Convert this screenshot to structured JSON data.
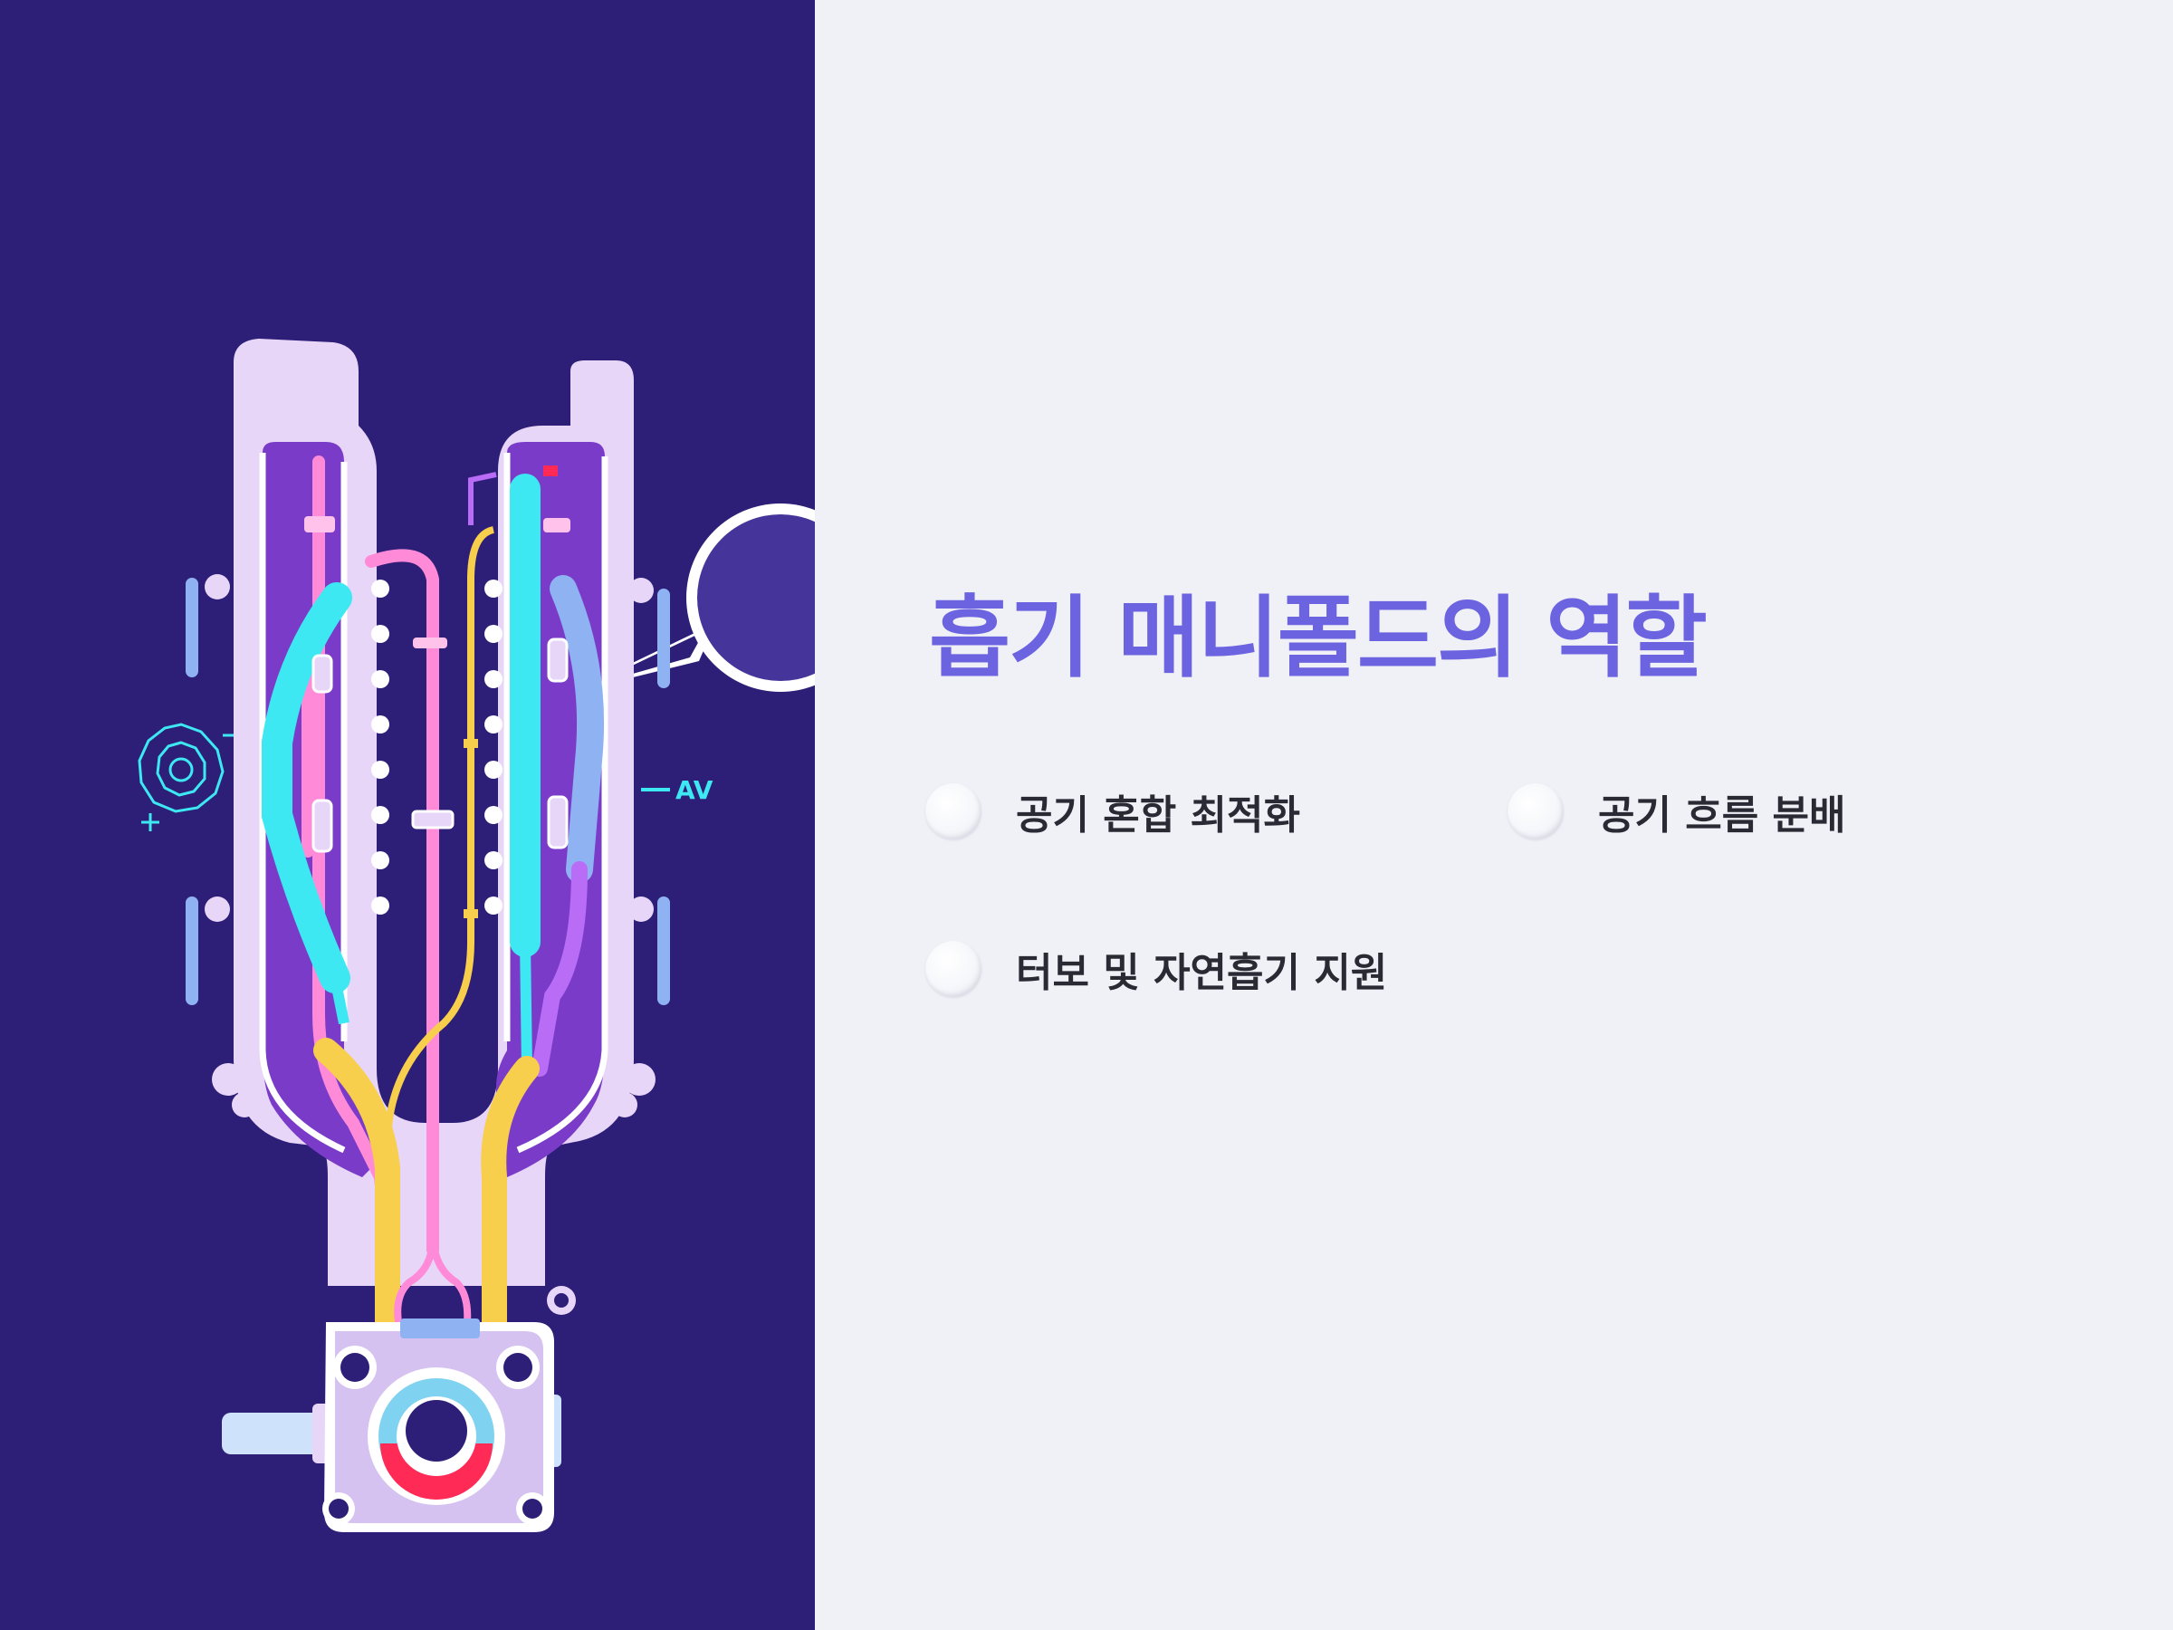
{
  "slide": {
    "title": "흡기 매니폴드의 역할",
    "features": [
      {
        "label": "공기 혼합 최적화",
        "icon": "bullet-circle"
      },
      {
        "label": "공기 흐름 분배",
        "icon": "bullet-circle"
      },
      {
        "label": "터보 및 자연흡기 지원",
        "icon": "bullet-circle"
      }
    ]
  },
  "illustration": {
    "subject": "intake-manifold-cutaway",
    "tag_label": "AV"
  },
  "colors": {
    "left_background": "#2d1e78",
    "right_background": "#f0f1f6",
    "title": "#6b63e0",
    "text": "#2a2a34",
    "manifold_body": "#e7d6f7",
    "manifold_inner": "#7a3cc8",
    "cyan": "#3ee8f2",
    "pink": "#ff8ad8",
    "yellow": "#f8cf4c",
    "light_blue": "#8fb3f2",
    "violet": "#b96cf5",
    "red": "#ff2a55"
  }
}
